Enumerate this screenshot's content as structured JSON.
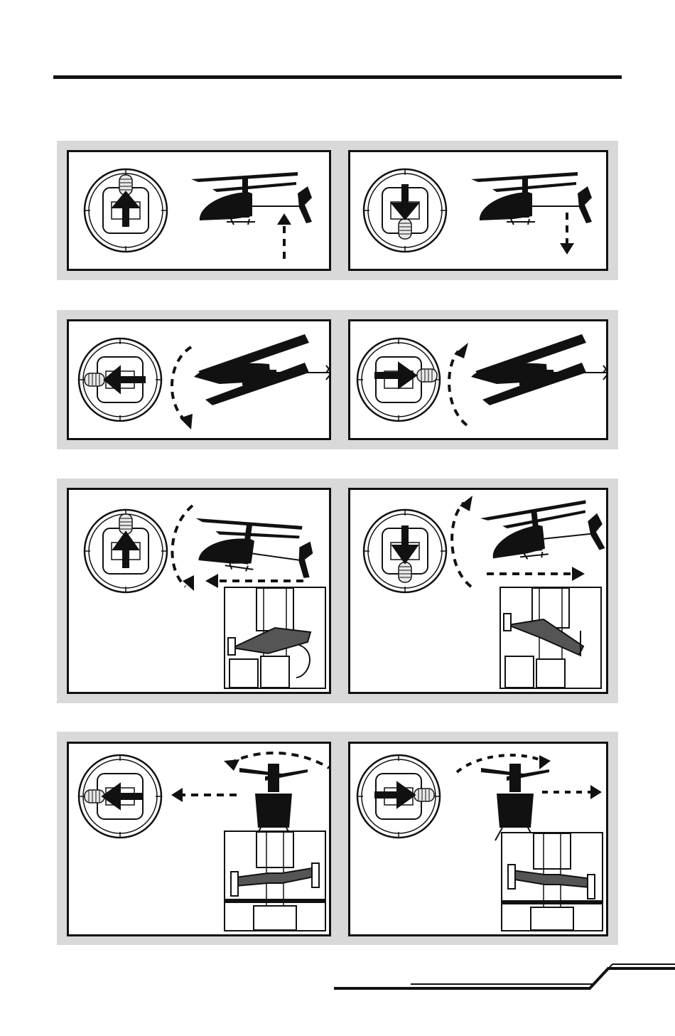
{
  "page": {
    "header_title": "",
    "page_number": ""
  },
  "colors": {
    "ink": "#111111",
    "band": "#d9d9d9",
    "paper": "#ffffff"
  },
  "rows": [
    {
      "id": "throttle",
      "panels": [
        {
          "stick": "up-arrow-icon",
          "motion": "climb"
        },
        {
          "stick": "down-arrow-icon",
          "motion": "descend"
        }
      ]
    },
    {
      "id": "rudder",
      "panels": [
        {
          "stick": "left-arrow-icon",
          "motion": "yaw-left"
        },
        {
          "stick": "right-arrow-icon",
          "motion": "yaw-right"
        }
      ]
    },
    {
      "id": "elevator",
      "panels": [
        {
          "stick": "up-arrow-icon",
          "motion": "forward"
        },
        {
          "stick": "down-arrow-icon",
          "motion": "backward"
        }
      ]
    },
    {
      "id": "aileron",
      "panels": [
        {
          "stick": "left-arrow-icon",
          "motion": "bank-left"
        },
        {
          "stick": "right-arrow-icon",
          "motion": "bank-right"
        }
      ]
    }
  ]
}
